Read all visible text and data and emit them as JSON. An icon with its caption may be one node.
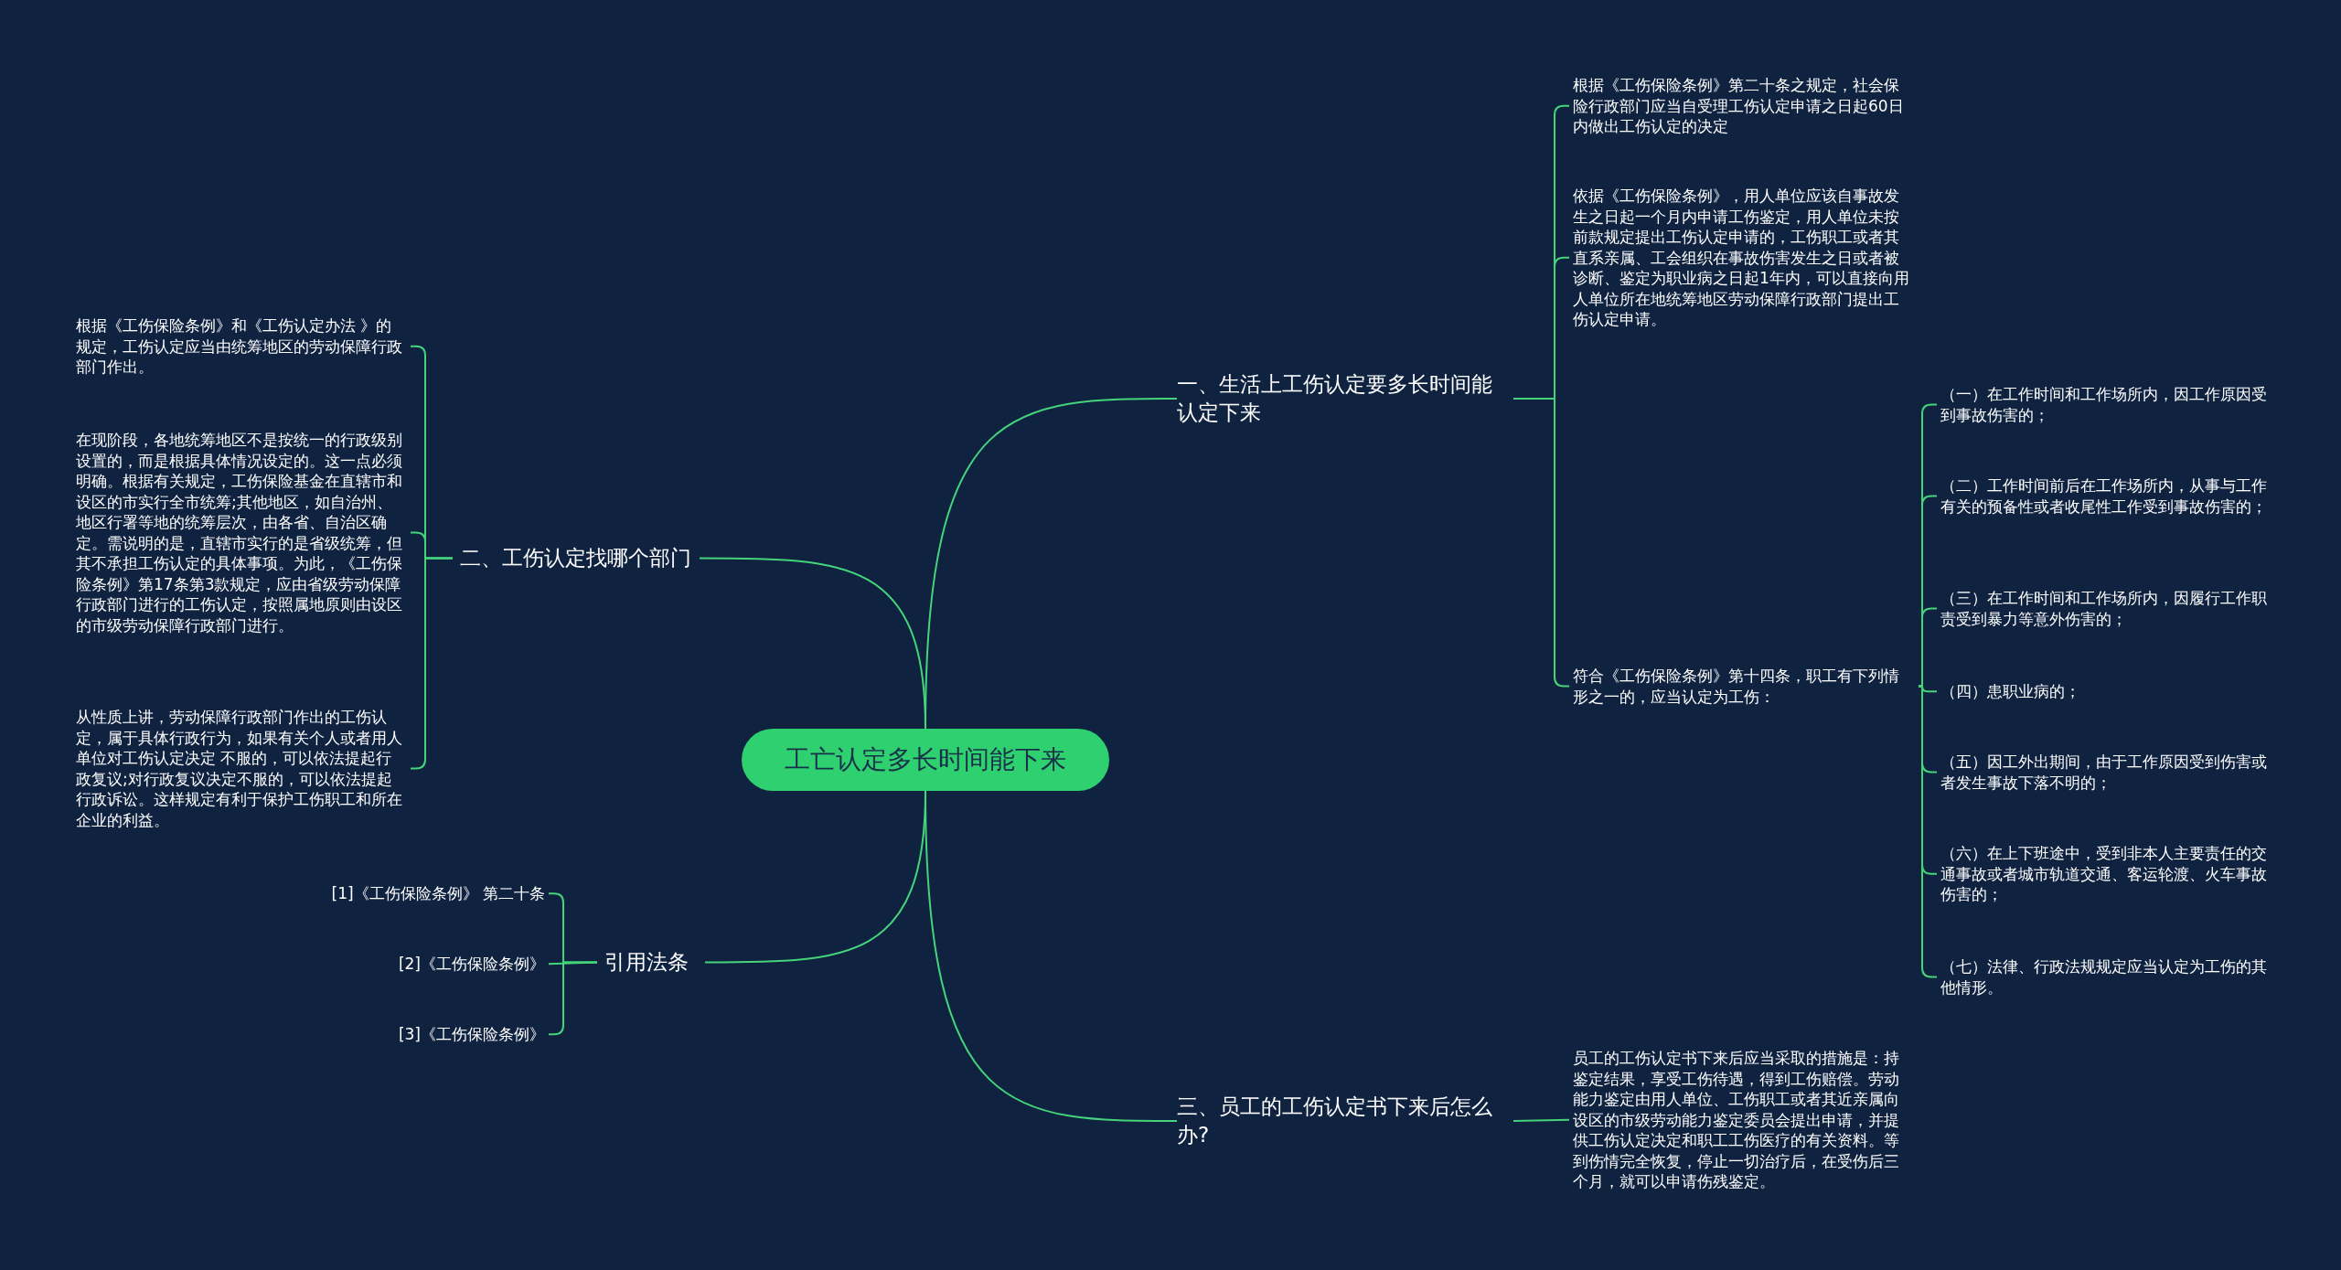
{
  "diagram": {
    "nodes": [
      {
        "text": [
          "工亡认定多长时间能下来"
        ]
      },
      {
        "text": [
          "一、生活上工伤认定要多长时间能认定下来"
        ]
      },
      {
        "text": [
          "根据《工伤保险条例》第二十条之规定，社会保险行政部门应当自受理工伤认定申请之日起60日内做出工伤认定的决定"
        ]
      },
      {
        "text": [
          "依据《工伤保险条例》，用人单位应该自事故发生之日起一个月内申请工伤鉴定，用人单位未按前款规定提出工伤认定申请的，工伤职工或者其直系亲属、工会组织在事故伤害发生之日或者被诊断、鉴定为职业病之日起1年内，可以直接向用人单位所在地统筹地区劳动保障行政部门提出工伤认定申请。"
        ]
      },
      {
        "text": [
          "符合《工伤保险条例》第十四条，职工有下列情形之一的，应当认定为工伤："
        ]
      },
      {
        "text": [
          "（一）在工作时间和工作场所内，因工作原因受到事故伤害的；"
        ]
      },
      {
        "text": [
          "（二）工作时间前后在工作场所内，从事与工作有关的预备性或者收尾性工作受到事故伤害的；"
        ]
      },
      {
        "text": [
          "（三）在工作时间和工作场所内，因履行工作职责受到暴力等意外伤害的；"
        ]
      },
      {
        "text": [
          "（四）患职业病的；"
        ]
      },
      {
        "text": [
          "（五）因工外出期间，由于工作原因受到伤害或者发生事故下落不明的；"
        ]
      },
      {
        "text": [
          "（六）在上下班途中，受到非本人主要责任的交通事故或者城市轨道交通、客运轮渡、火车事故伤害的；"
        ]
      },
      {
        "text": [
          "（七）法律、行政法规规定应当认定为工伤的其他情形。"
        ]
      },
      {
        "text": [
          "二、工伤认定找哪个部门"
        ]
      },
      {
        "text": [
          "根据《工伤保险条例》和《工伤认定办法 》的规定，工伤认定应当由统筹地区的劳动保障行政部门作出。"
        ]
      },
      {
        "text": [
          "在现阶段，各地统筹地区不是按统一的行政级别设置的，而是根据具体情况设定的。这一点必须明确。根据有关规定，工伤保险基金在直辖市和设区的市实行全市统筹;其他地区，如自治州、地区行署等地的统筹层次，由各省、自治区确定。需说明的是，直辖市实行的是省级统筹，但其不承担工伤认定的具体事项。为此，《工伤保险条例》第17条第3款规定，应由省级劳动保障行政部门进行的工伤认定，按照属地原则由设区的市级劳动保障行政部门进行。"
        ]
      },
      {
        "text": [
          "从性质上讲，劳动保障行政部门作出的工伤认定，属于具体行政行为，如果有关个人或者用人单位对工伤认定决定 不服的，可以依法提起行政复议;对行政复议决定不服的，可以依法提起行政诉讼。这样规定有利于保护工伤职工和所在企业的利益。"
        ]
      },
      {
        "text": [
          "三、员工的工伤认定书下来后怎么办?"
        ]
      },
      {
        "text": [
          "员工的工伤认定书下来后应当采取的措施是：持鉴定结果，享受工伤待遇，得到工伤赔偿。劳动能力鉴定由用人单位、工伤职工或者其近亲属向设区的市级劳动能力鉴定委员会提出申请，并提供工伤认定决定和职工工伤医疗的有关资料。等到伤情完全恢复，停止一切治疗后，在受伤后三个月，就可以申请伤残鉴定。"
        ]
      },
      {
        "text": [
          "引用法条"
        ]
      },
      {
        "text": [
          "[1]《工伤保险条例》 第二十条"
        ]
      },
      {
        "text": [
          "[2]《工伤保险条例》"
        ]
      },
      {
        "text": [
          "[3]《工伤保险条例》"
        ]
      }
    ],
    "edges": [
      {
        "from": 0,
        "to": 1,
        "arrow": "none"
      },
      {
        "from": 1,
        "to": 2,
        "arrow": "none"
      },
      {
        "from": 1,
        "to": 3,
        "arrow": "none"
      },
      {
        "from": 1,
        "to": 4,
        "arrow": "none"
      },
      {
        "from": 4,
        "to": 5,
        "arrow": "none"
      },
      {
        "from": 4,
        "to": 6,
        "arrow": "none"
      },
      {
        "from": 4,
        "to": 7,
        "arrow": "none"
      },
      {
        "from": 4,
        "to": 8,
        "arrow": "none"
      },
      {
        "from": 4,
        "to": 9,
        "arrow": "none"
      },
      {
        "from": 4,
        "to": 10,
        "arrow": "none"
      },
      {
        "from": 4,
        "to": 11,
        "arrow": "none"
      },
      {
        "from": 0,
        "to": 12,
        "arrow": "none"
      },
      {
        "from": 12,
        "to": 13,
        "arrow": "none"
      },
      {
        "from": 12,
        "to": 14,
        "arrow": "none"
      },
      {
        "from": 12,
        "to": 15,
        "arrow": "none"
      },
      {
        "from": 0,
        "to": 16,
        "arrow": "none"
      },
      {
        "from": 16,
        "to": 17,
        "arrow": "none"
      },
      {
        "from": 0,
        "to": 18,
        "arrow": "none"
      },
      {
        "from": 18,
        "to": 19,
        "arrow": "none"
      },
      {
        "from": 18,
        "to": 20,
        "arrow": "none"
      },
      {
        "from": 18,
        "to": 21,
        "arrow": "none"
      }
    ]
  }
}
